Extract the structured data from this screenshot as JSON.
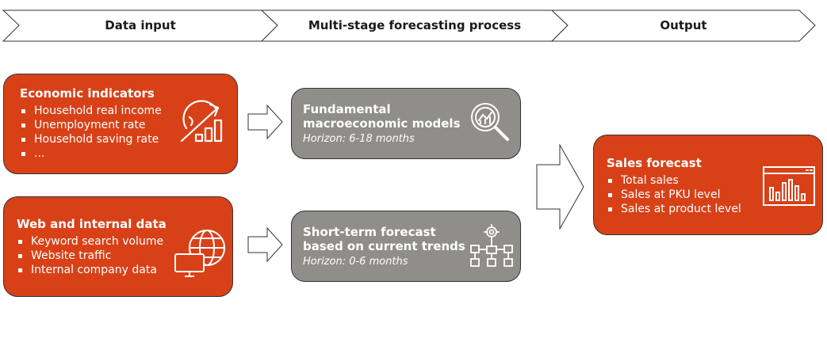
{
  "header": {
    "stages": [
      {
        "label": "Data input"
      },
      {
        "label": "Multi-stage forecasting process"
      },
      {
        "label": "Output"
      }
    ]
  },
  "inputs": {
    "economic": {
      "title": "Economic indicators",
      "items": [
        "Household real income",
        "Unemployment rate",
        "Household saving rate",
        "..."
      ]
    },
    "web": {
      "title": "Web and internal data",
      "items": [
        "Keyword search volume",
        "Website traffic",
        "Internal company data"
      ]
    }
  },
  "process": {
    "fundamental": {
      "title_line1": "Fundamental",
      "title_line2": "macroeconomic models",
      "horizon": "Horizon: 6-18 months"
    },
    "shortterm": {
      "title_line1": "Short-term forecast",
      "title_line2": "based on current trends",
      "horizon": "Horizon: 0-6 months"
    }
  },
  "output": {
    "title": "Sales forecast",
    "items": [
      "Total sales",
      "Sales at PKU level",
      "Sales at product level"
    ]
  },
  "colors": {
    "orange": "#d84118",
    "gray": "#8f8e8a"
  },
  "icons": {
    "economic": "chart-growth-icon",
    "web": "globe-monitor-icon",
    "fundamental": "magnifier-analytics-icon",
    "shortterm": "gear-network-icon",
    "output": "browser-bar-chart-icon"
  }
}
